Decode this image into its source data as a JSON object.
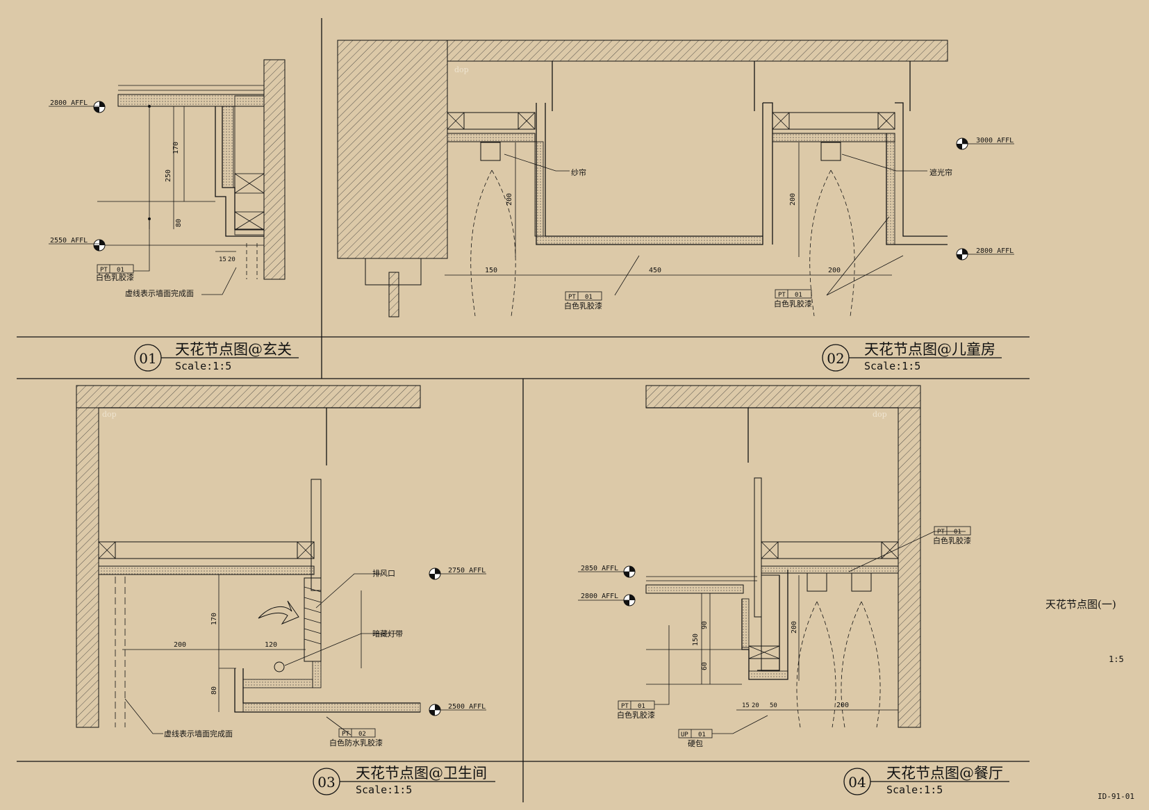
{
  "sheet": {
    "title": "天花节点图(一)",
    "scale": "1:5",
    "drawing_no": "ID-91-01"
  },
  "details": [
    {
      "number": "01",
      "title": "天花节点图@玄关",
      "scale": "Scale:1:5",
      "levels": [
        "2800 AFFL",
        "2550 AFFL"
      ],
      "dims": [
        "170",
        "250",
        "80",
        "15",
        "20"
      ],
      "tag": {
        "code": "PT",
        "num": "01",
        "desc": "白色乳胶漆"
      },
      "note": "虚线表示墙面完成面"
    },
    {
      "number": "02",
      "title": "天花节点图@儿童房",
      "scale": "Scale:1:5",
      "levels": [
        "3000 AFFL",
        "2800 AFFL"
      ],
      "dims": [
        "200",
        "150",
        "450",
        "200",
        "200"
      ],
      "tags": [
        {
          "code": "PT",
          "num": "01",
          "desc": "白色乳胶漆"
        },
        {
          "code": "PT",
          "num": "01",
          "desc": "白色乳胶漆"
        }
      ],
      "notes": [
        "纱帘",
        "遮光帘"
      ],
      "watermark": "dop"
    },
    {
      "number": "03",
      "title": "天花节点图@卫生间",
      "scale": "Scale:1:5",
      "levels": [
        "2750 AFFL",
        "2500 AFFL"
      ],
      "dims": [
        "170",
        "200",
        "120",
        "80"
      ],
      "tag": {
        "code": "PT",
        "num": "02",
        "desc": "白色防水乳胶漆"
      },
      "notes": [
        "排风口",
        "暗藏灯带",
        "虚线表示墙面完成面"
      ],
      "watermark": "dop"
    },
    {
      "number": "04",
      "title": "天花节点图@餐厅",
      "scale": "Scale:1:5",
      "levels": [
        "2850 AFFL",
        "2800 AFFL"
      ],
      "dims": [
        "90",
        "150",
        "60",
        "200",
        "15",
        "20",
        "50",
        "200"
      ],
      "tags": [
        {
          "code": "PT",
          "num": "01",
          "desc": "白色乳胶漆"
        },
        {
          "code": "PT",
          "num": "01",
          "desc": "白色乳胶漆"
        },
        {
          "code": "UP",
          "num": "01",
          "desc": "硬包"
        }
      ],
      "watermark": "dop"
    }
  ]
}
